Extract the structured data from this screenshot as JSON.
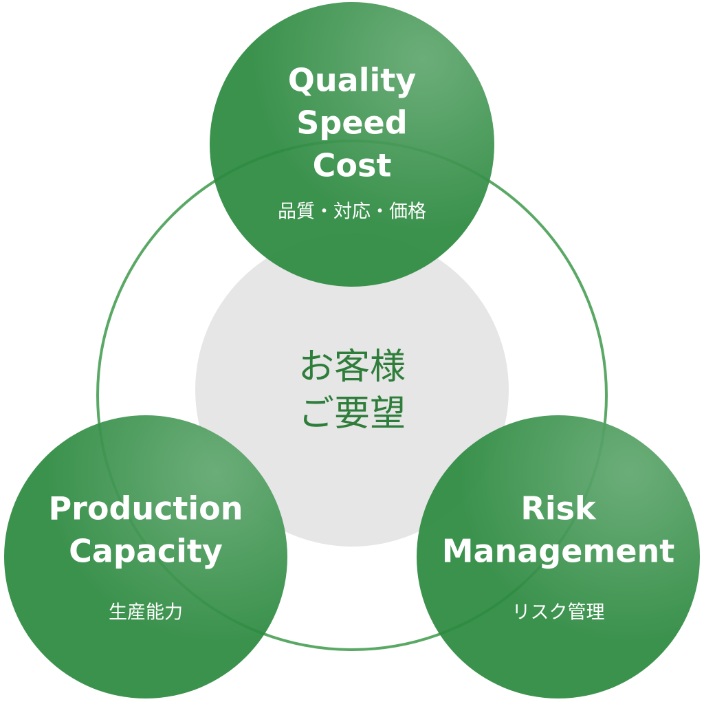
{
  "colors": {
    "green": "#318c43",
    "ring": "#5aa865",
    "center_fill": "#e6e6e6",
    "center_text": "#2e7d3a"
  },
  "center": {
    "line1": "お客様",
    "line2": "ご要望"
  },
  "nodes": [
    {
      "en": [
        "Quality",
        "Speed",
        "Cost"
      ],
      "jp": "品質・対応・価格"
    },
    {
      "en": [
        "Production",
        "Capacity"
      ],
      "jp": "生産能力"
    },
    {
      "en": [
        "Risk",
        "Management"
      ],
      "jp": "リスク管理"
    }
  ]
}
